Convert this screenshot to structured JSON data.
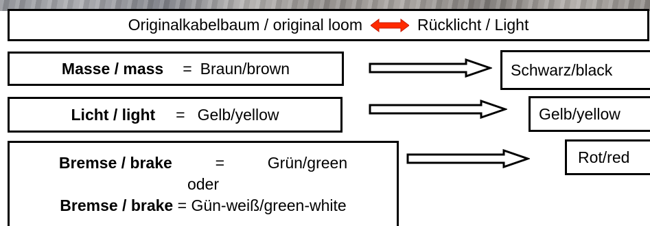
{
  "header": {
    "left": "Originalkabelbaum / original loom",
    "right": "Rücklicht / Light",
    "arrow_color": "#ff2a00"
  },
  "rows": [
    {
      "label": "Masse / mass",
      "eq": "=",
      "value": "Braun/brown",
      "target": "Schwarz/black"
    },
    {
      "label": "Licht / light",
      "eq": "=",
      "value": "Gelb/yellow",
      "target": "Gelb/yellow"
    },
    {
      "label": "Bremse / brake",
      "eq": "=",
      "value": "Grün/green",
      "or": "oder",
      "label2": "Bremse / brake",
      "eq2": "=",
      "value2": "Gün-weiß/green-white",
      "target": "Rot/red"
    }
  ]
}
